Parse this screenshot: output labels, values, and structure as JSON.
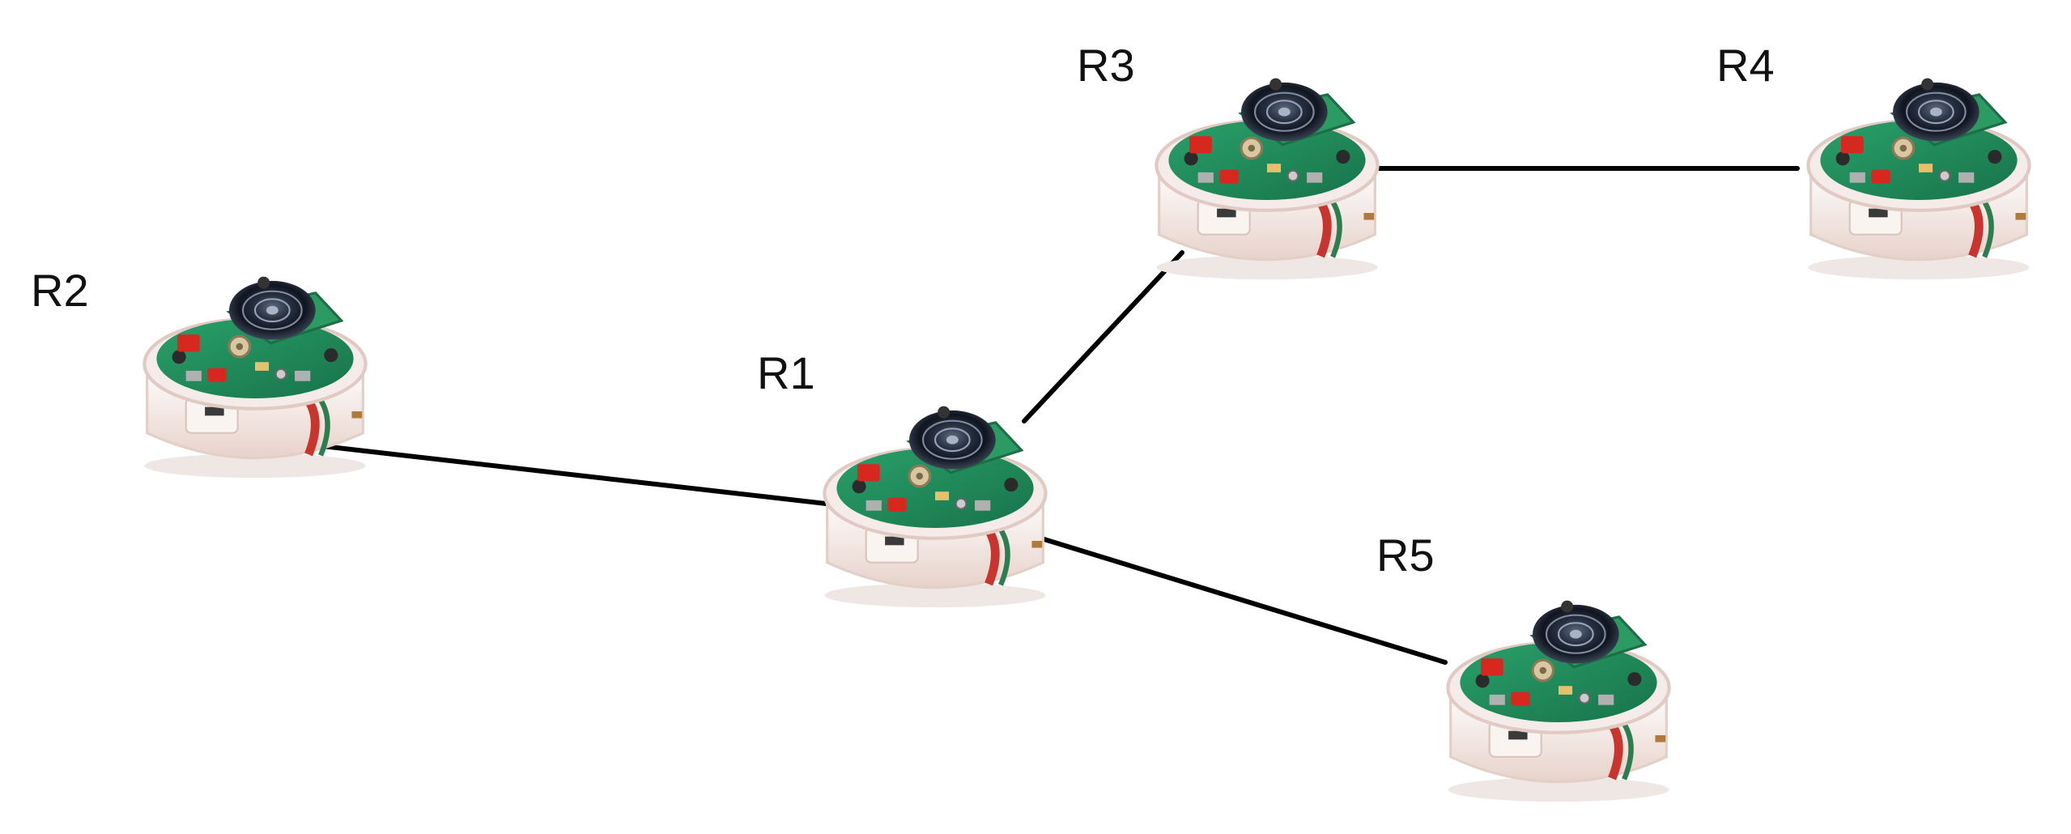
{
  "diagram": {
    "nodes": [
      {
        "id": "R1",
        "label": "R1"
      },
      {
        "id": "R2",
        "label": "R2"
      },
      {
        "id": "R3",
        "label": "R3"
      },
      {
        "id": "R4",
        "label": "R4"
      },
      {
        "id": "R5",
        "label": "R5"
      }
    ],
    "edges": [
      {
        "from": "R2",
        "to": "R1"
      },
      {
        "from": "R1",
        "to": "R3"
      },
      {
        "from": "R3",
        "to": "R4"
      },
      {
        "from": "R1",
        "to": "R5"
      }
    ],
    "colors": {
      "line": "#000000",
      "pcb": "#1f8a5a",
      "shell": "#f3e8e4",
      "speaker": "#1b2230",
      "accent_red": "#d6281f",
      "wheel_red": "#c8352e",
      "label": "#111111"
    },
    "node_icon": "e-puck-robot-icon"
  }
}
